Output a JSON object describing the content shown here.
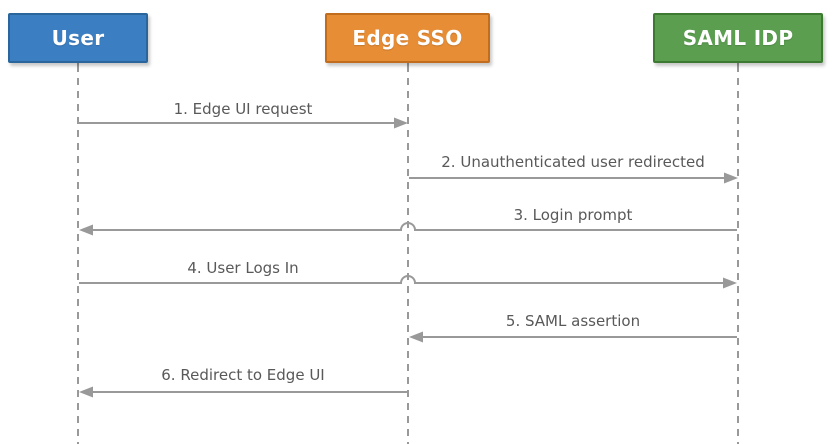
{
  "diagram": {
    "type": "sequence-diagram",
    "actors": [
      {
        "label": "User",
        "fill": "#3b7ec2",
        "border": "#2a669c",
        "text_color": "#ffffff"
      },
      {
        "label": "Edge SSO",
        "fill": "#e78d35",
        "border": "#c06d1f",
        "text_color": "#ffffff"
      },
      {
        "label": "SAML IDP",
        "fill": "#5b9e50",
        "border": "#3c7a31",
        "text_color": "#ffffff"
      }
    ],
    "messages": [
      {
        "label": "1. Edge UI request",
        "from": "User",
        "to": "Edge SSO"
      },
      {
        "label": "2. Unauthenticated user redirected",
        "from": "Edge SSO",
        "to": "SAML IDP"
      },
      {
        "label": "3. Login prompt",
        "from": "SAML IDP",
        "to": "User"
      },
      {
        "label": "4. User Logs In",
        "from": "User",
        "to": "SAML IDP"
      },
      {
        "label": "5. SAML assertion",
        "from": "SAML IDP",
        "to": "Edge SSO"
      },
      {
        "label": "6. Redirect to Edge UI",
        "from": "Edge SSO",
        "to": "User"
      }
    ],
    "colors": {
      "lifeline": "#999999",
      "arrow": "#999999",
      "label_text": "#595959",
      "background": "#ffffff"
    }
  }
}
